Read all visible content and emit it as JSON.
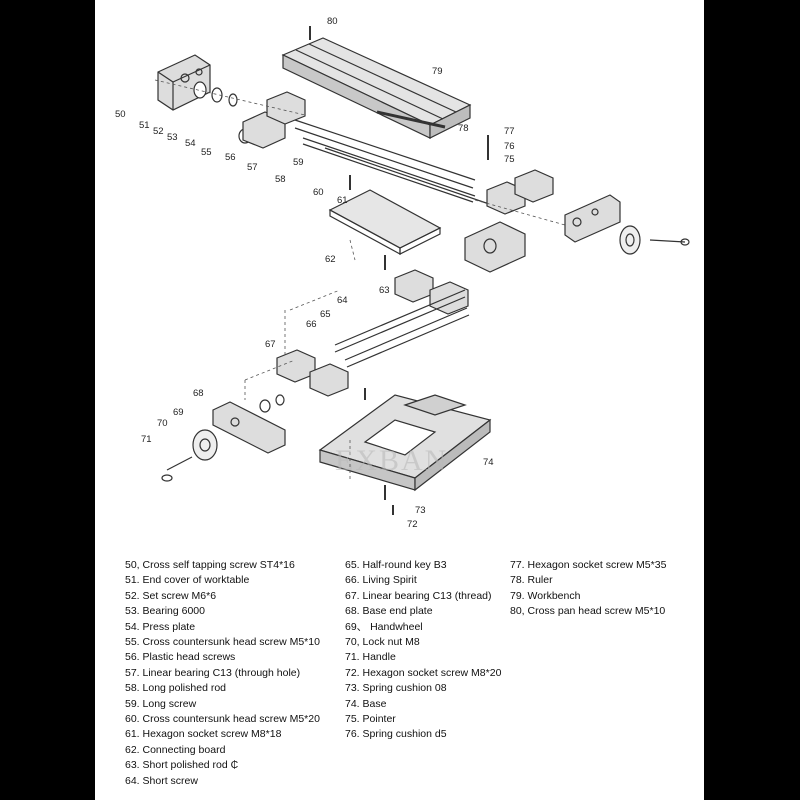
{
  "diagram": {
    "callouts": [
      "50",
      "51",
      "52",
      "53",
      "54",
      "55",
      "56",
      "57",
      "58",
      "59",
      "60",
      "61",
      "62",
      "63",
      "64",
      "65",
      "66",
      "67",
      "68",
      "69",
      "70",
      "71",
      "72",
      "73",
      "74",
      "75",
      "76",
      "77",
      "78",
      "79",
      "80"
    ],
    "watermark": "EXBAN"
  },
  "parts_list": {
    "col1": [
      "50, Cross self tapping screw ST4*16",
      "51. End cover of worktable",
      "52. Set screw M6*6",
      "53. Bearing 6000",
      "54. Press plate",
      "55. Cross countersunk head screw M5*10",
      "56. Plastic head screws",
      "57. Linear bearing C13 (through hole)",
      "58. Long polished rod",
      "59. Long screw",
      "60. Cross countersunk head screw M5*20",
      "61. Hexagon socket screw M8*18",
      "62. Connecting board",
      "63. Short polished rod ₵",
      "64. Short screw"
    ],
    "col2": [
      "65. Half-round key B3",
      "66. Living Spirit",
      "67. Linear bearing C13 (thread)",
      "68. Base end plate",
      "69、 Handwheel",
      "70, Lock nut M8",
      "71. Handle",
      "72. Hexagon socket screw M8*20",
      "73. Spring cushion 08",
      "74. Base",
      "75. Pointer",
      "76. Spring cushion d5"
    ],
    "col3": [
      "77. Hexagon socket screw M5*35",
      "78. Ruler",
      "79. Workbench",
      "80, Cross pan head screw M5*10"
    ]
  }
}
